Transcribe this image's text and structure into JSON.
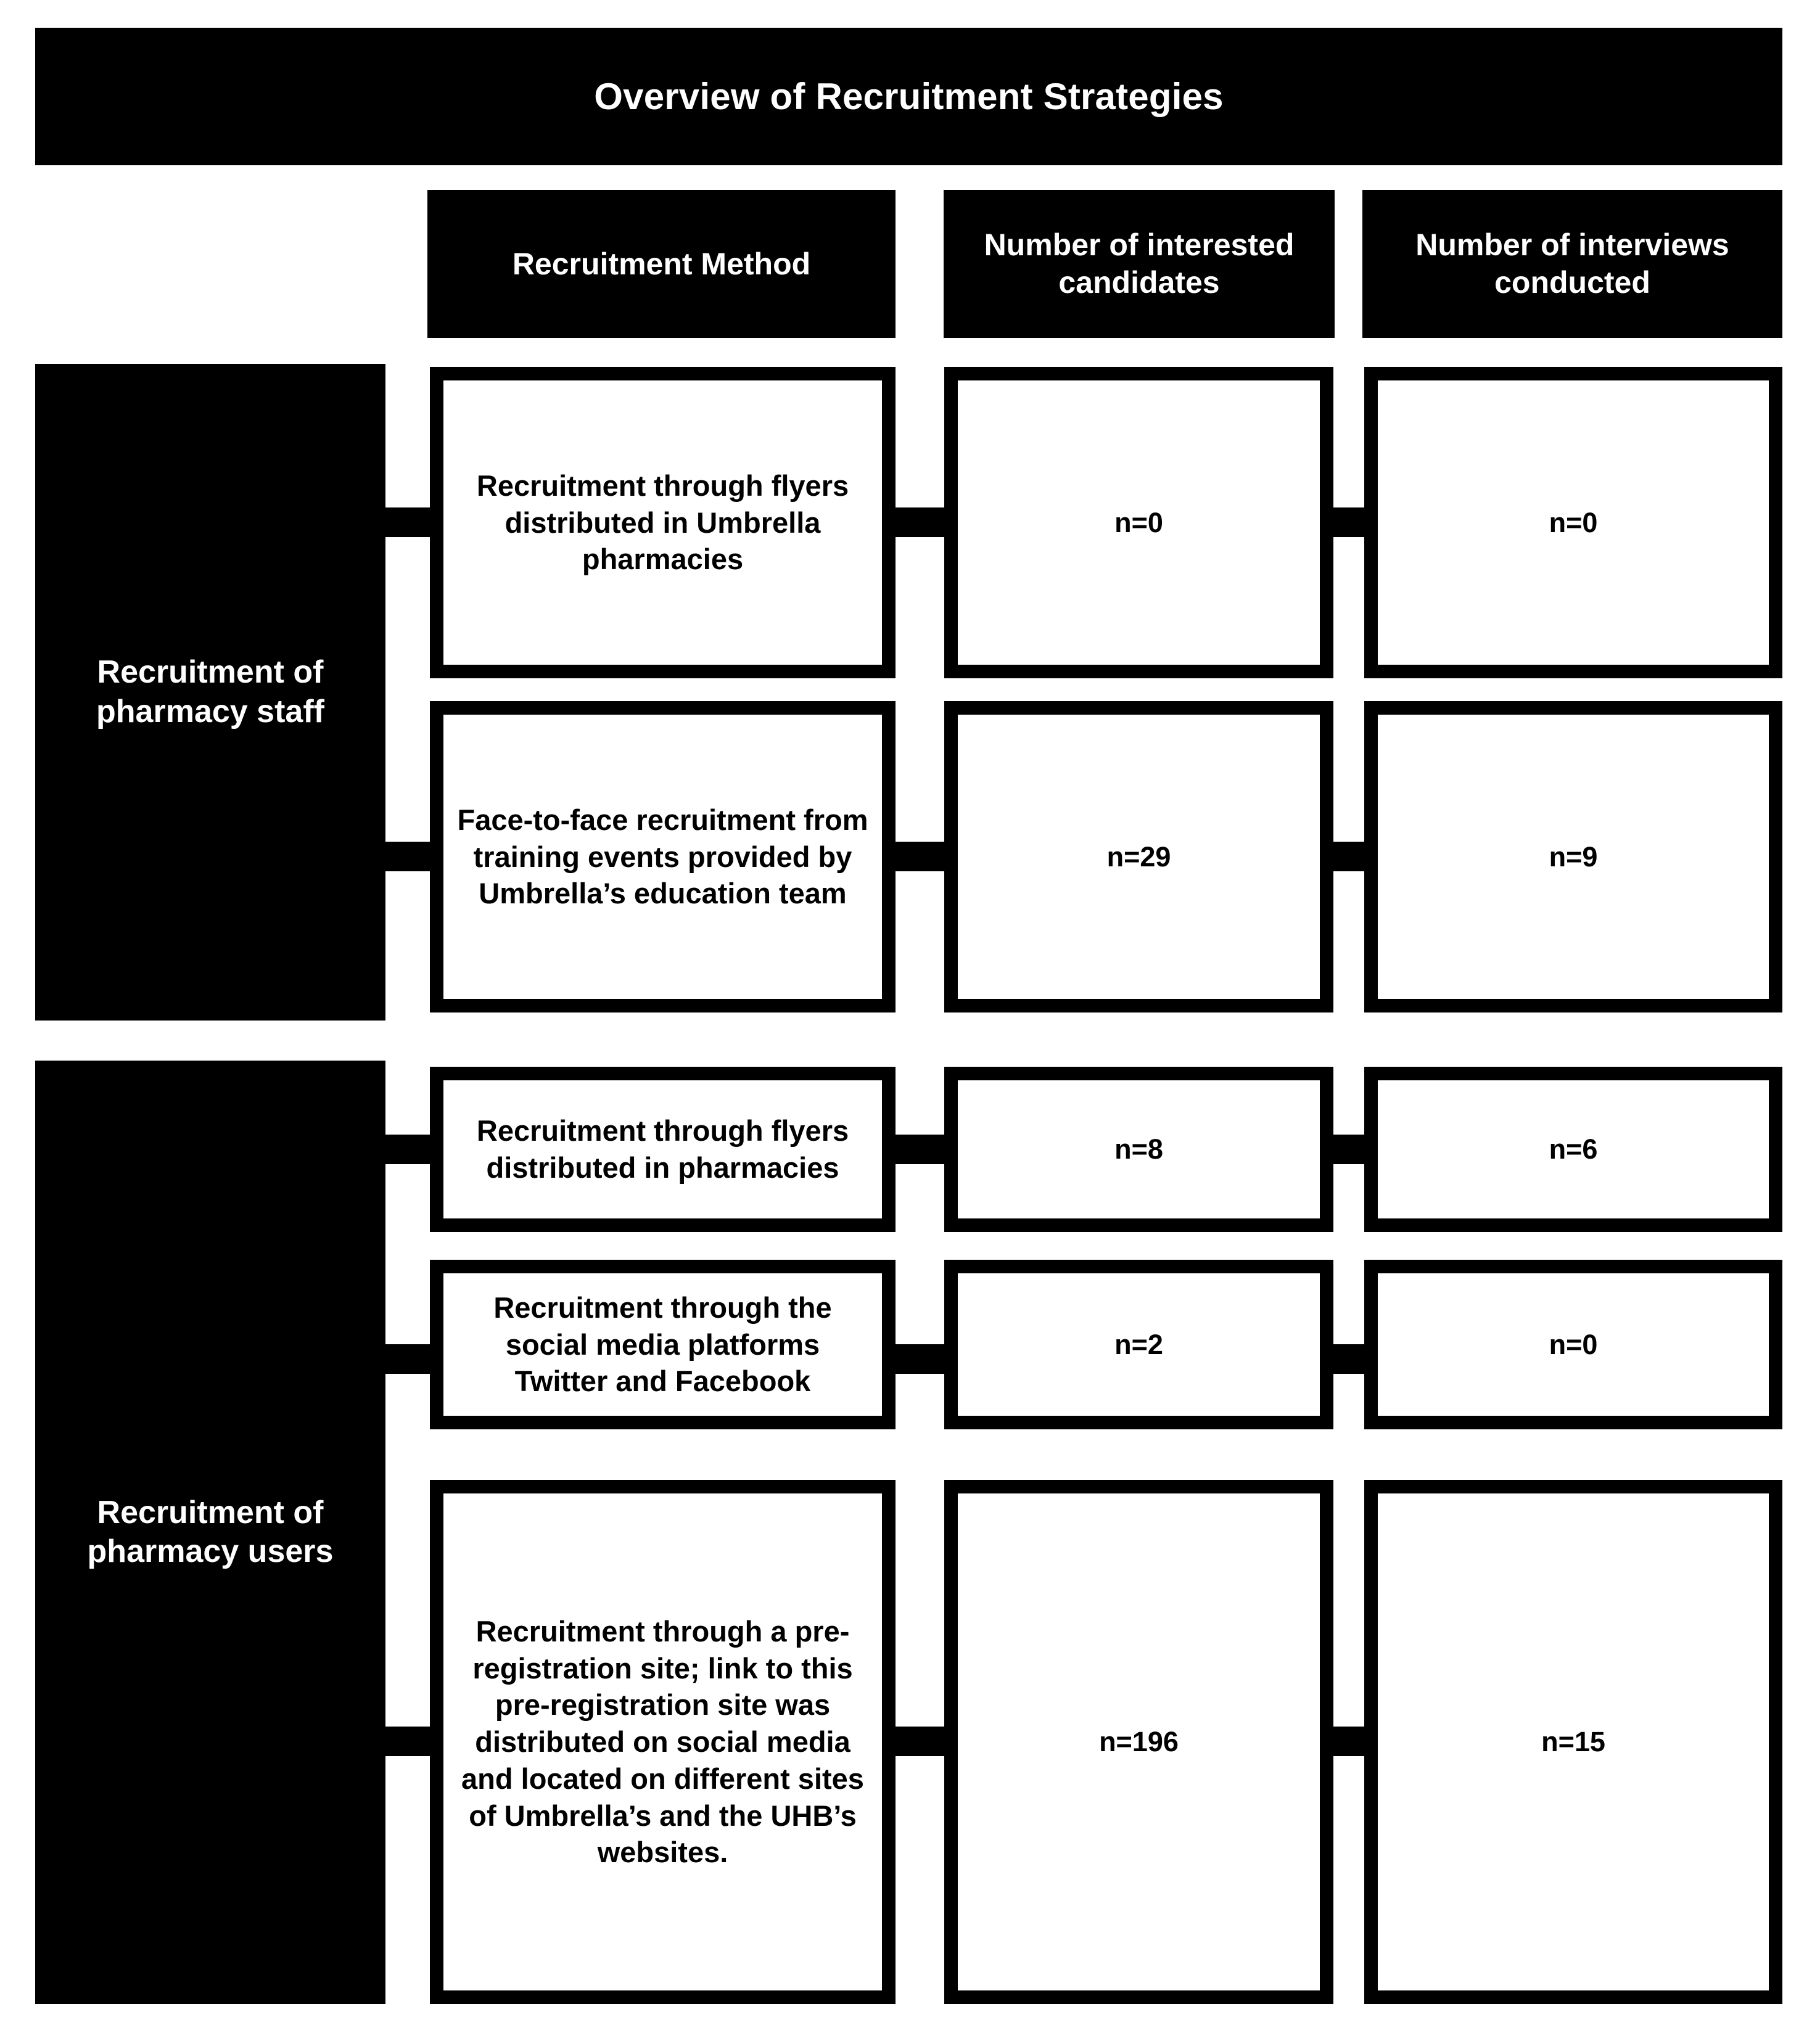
{
  "title": "Overview of Recruitment Strategies",
  "columns": [
    {
      "key": "method",
      "label": "Recruitment Method"
    },
    {
      "key": "interested",
      "label": "Number of interested candidates"
    },
    {
      "key": "interviews",
      "label": "Number of interviews conducted"
    }
  ],
  "groups": [
    {
      "label": "Recruitment of pharmacy staff",
      "rows": [
        {
          "method": "Recruitment through flyers distributed in Umbrella pharmacies",
          "interested": "n=0",
          "interviews": "n=0"
        },
        {
          "method": "Face-to-face recruitment from training events provided by Umbrella’s education team",
          "interested": "n=29",
          "interviews": "n=9"
        }
      ]
    },
    {
      "label": "Recruitment of pharmacy users",
      "rows": [
        {
          "method": "Recruitment through flyers distributed in pharmacies",
          "interested": "n=8",
          "interviews": "n=6"
        },
        {
          "method": "Recruitment through the social media platforms Twitter and Facebook",
          "interested": "n=2",
          "interviews": "n=0"
        },
        {
          "method": "Recruitment through a pre-registration site; link to this pre-registration site was distributed on social media and located on different sites of Umbrella’s and the UHB’s websites.",
          "interested": "n=196",
          "interviews": "n=15"
        }
      ]
    }
  ],
  "colors": {
    "background": "#ffffff",
    "block_fill": "#000000",
    "block_text": "#ffffff",
    "cell_fill": "#ffffff",
    "cell_text": "#000000",
    "border": "#000000"
  }
}
